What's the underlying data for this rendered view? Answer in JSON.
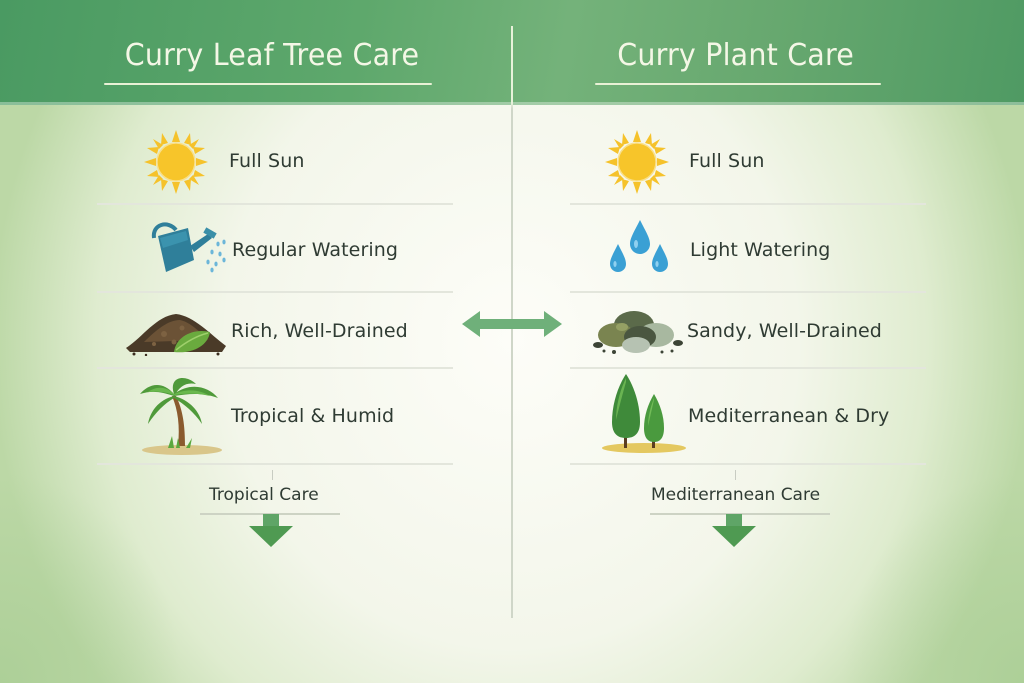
{
  "header": {
    "left_title": "Curry Leaf Tree Care",
    "right_title": "Curry Plant Care"
  },
  "colors": {
    "header_green": "#5ea86c",
    "title_text": "#f4f7e6",
    "body_text": "#2f3b33",
    "arrow_green": "#4f9a52",
    "compare_arrow": "#6fb07a",
    "sun_yellow": "#f5c22b",
    "water_blue": "#3aa0d4",
    "can_teal": "#2f7f9a"
  },
  "left_column": {
    "items": [
      {
        "icon": "sun-icon",
        "label": "Full Sun"
      },
      {
        "icon": "watering-can-icon",
        "label": "Regular Watering"
      },
      {
        "icon": "rich-soil-icon",
        "label": "Rich, Well-Drained"
      },
      {
        "icon": "palm-tree-icon",
        "label": "Tropical & Humid"
      }
    ],
    "footer": {
      "label": "Tropical Care",
      "arrow": "down-arrow-icon"
    }
  },
  "right_column": {
    "items": [
      {
        "icon": "sun-icon",
        "label": "Full Sun"
      },
      {
        "icon": "water-drops-icon",
        "label": "Light Watering"
      },
      {
        "icon": "rocks-icon",
        "label": "Sandy, Well-Drained"
      },
      {
        "icon": "cypress-trees-icon",
        "label": "Mediterranean & Dry"
      }
    ],
    "footer": {
      "label": "Mediterranean Care",
      "arrow": "down-arrow-icon"
    }
  },
  "center": {
    "arrow": "double-arrow-icon"
  }
}
